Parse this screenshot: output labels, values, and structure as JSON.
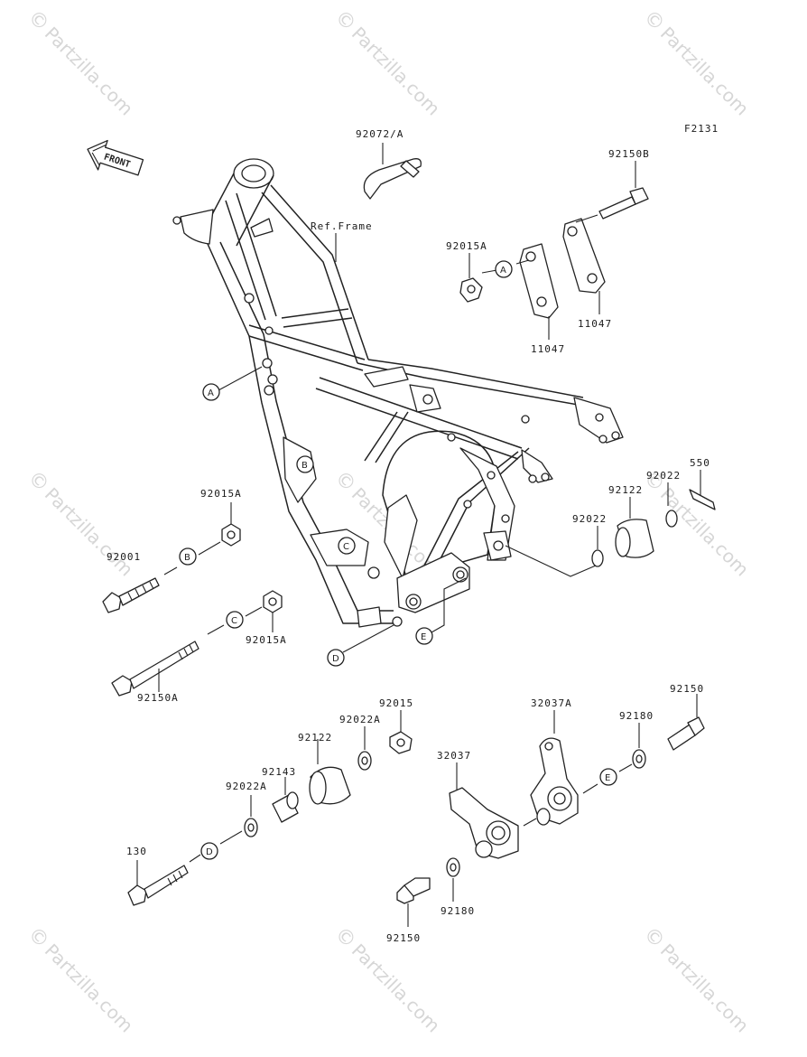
{
  "figure_code": "F2131",
  "front_badge": "FRONT",
  "watermark": {
    "symbol": "©",
    "text": "Partzilla.com"
  },
  "callouts": {
    "A": "A",
    "B": "B",
    "C": "C",
    "D": "D",
    "E": "E"
  },
  "labels": {
    "p92072A": "92072/A",
    "refFrame": "Ref.Frame",
    "p92150B": "92150B",
    "p92015A_top": "92015A",
    "p11047_right": "11047",
    "p11047_left": "11047",
    "p550": "550",
    "p92022_right": "92022",
    "p92122_right": "92122",
    "p92022_mid": "92022",
    "p92015A_left": "92015A",
    "p92001": "92001",
    "p92015A_c": "92015A",
    "p92150A": "92150A",
    "p92015_bot": "92015",
    "p92022A_bot": "92022A",
    "p92122_bot": "92122",
    "p92143": "92143",
    "p92022A_low": "92022A",
    "p130": "130",
    "p32037": "32037",
    "p32037A": "32037A",
    "p92180_right": "92180",
    "p92150_right": "92150",
    "p92180_bot": "92180",
    "p92150_bot": "92150"
  }
}
